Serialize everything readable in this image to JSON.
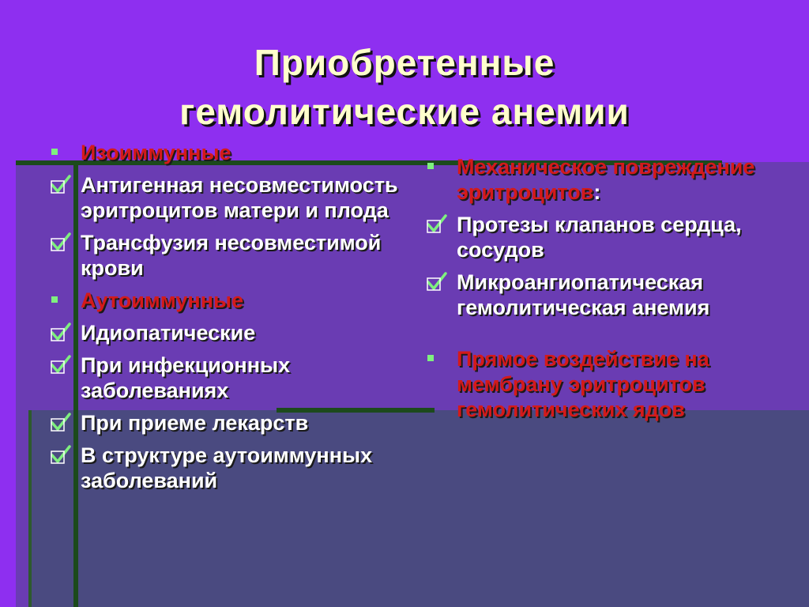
{
  "title": {
    "line1": "Приобретенные",
    "line2": "гемолитические анемии"
  },
  "colors": {
    "background": "#8e2ff0",
    "heading_text": "#ffffcc",
    "body_text": "#ffffff",
    "highlight_text": "#d41a1a",
    "bullet": "#7ff07f"
  },
  "left": {
    "heading1": "Изоиммунные",
    "items1": [
      "Антигенная несовместимость эритроцитов матери и плода",
      "Трансфузия несовместимой крови"
    ],
    "heading2": "Аутоиммунные",
    "items2": [
      "Идиопатические",
      "При инфекционных заболеваниях",
      "При приеме лекарств",
      "В структуре аутоиммунных заболеваний"
    ]
  },
  "right": {
    "heading1": "Механическое повреждение эритроцитов",
    "heading1_suffix": ":",
    "items1": [
      "Протезы клапанов сердца, сосудов",
      "Микроангиопатическая гемолитическая анемия"
    ],
    "heading2": "Прямое воздействие на мембрану эритроцитов гемолитических ядов"
  },
  "icons": {
    "heading_bullet": "square-bullet-icon",
    "item_bullet": "checkmark-icon"
  }
}
